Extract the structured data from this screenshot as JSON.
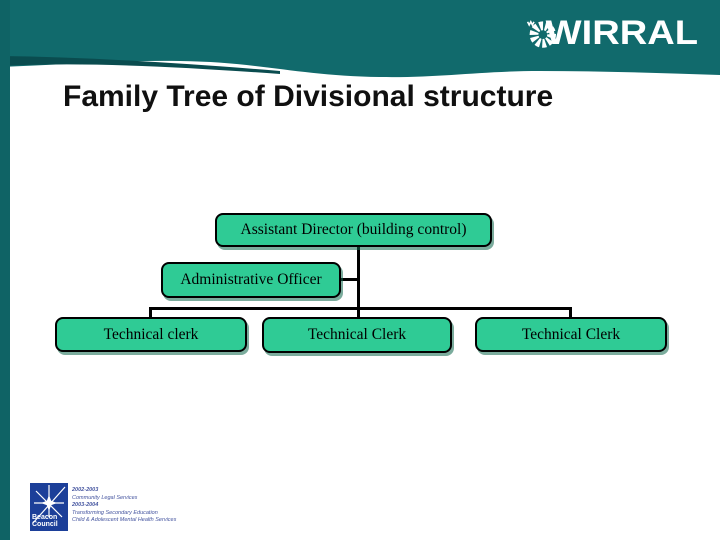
{
  "header": {
    "brand": "WIRRAL",
    "colors": {
      "teal": "#116a6c",
      "teal_dark": "#0a4c4f",
      "text": "#ffffff"
    }
  },
  "title": "Family Tree of Divisional structure",
  "org_chart": {
    "colors": {
      "node_fill": "#2fcb95",
      "node_border": "#000000",
      "connector": "#000000"
    },
    "nodes": [
      {
        "label": "Assistant Director (building control)"
      },
      {
        "label": "Administrative Officer"
      },
      {
        "label": "Technical clerk"
      },
      {
        "label": "Technical Clerk"
      },
      {
        "label": "Technical Clerk"
      }
    ]
  },
  "footer": {
    "beacon": {
      "name_line1": "Beacon",
      "name_line2": "Council",
      "background": "#1c3f99"
    },
    "award_lines": [
      "2002-2003",
      "Community Legal Services",
      "2003-2004",
      "Transforming Secondary Education",
      "Child & Adolescent Mental Health Services"
    ]
  }
}
